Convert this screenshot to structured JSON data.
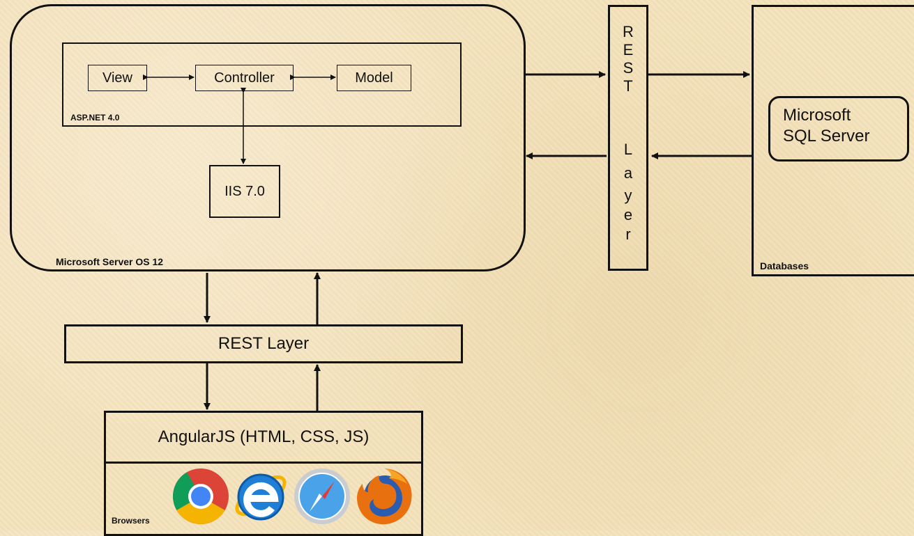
{
  "server": {
    "label": "Microsoft Server OS 12",
    "aspnet": {
      "label": "ASP.NET 4.0",
      "view": "View",
      "controller": "Controller",
      "model": "Model"
    },
    "iis": "IIS 7.0"
  },
  "right_rest_layer": {
    "letters": [
      "R",
      "E",
      "S",
      "T",
      "L",
      "a",
      "y",
      "e",
      "r"
    ]
  },
  "databases": {
    "label": "Databases",
    "sql_server_line1": "Microsoft",
    "sql_server_line2": "SQL Server"
  },
  "bottom_rest_layer": "REST Layer",
  "browsers": {
    "frontend": "AngularJS (HTML, CSS, JS)",
    "label": "Browsers",
    "icons": [
      "chrome-icon",
      "internet-explorer-icon",
      "safari-icon",
      "firefox-icon"
    ]
  }
}
